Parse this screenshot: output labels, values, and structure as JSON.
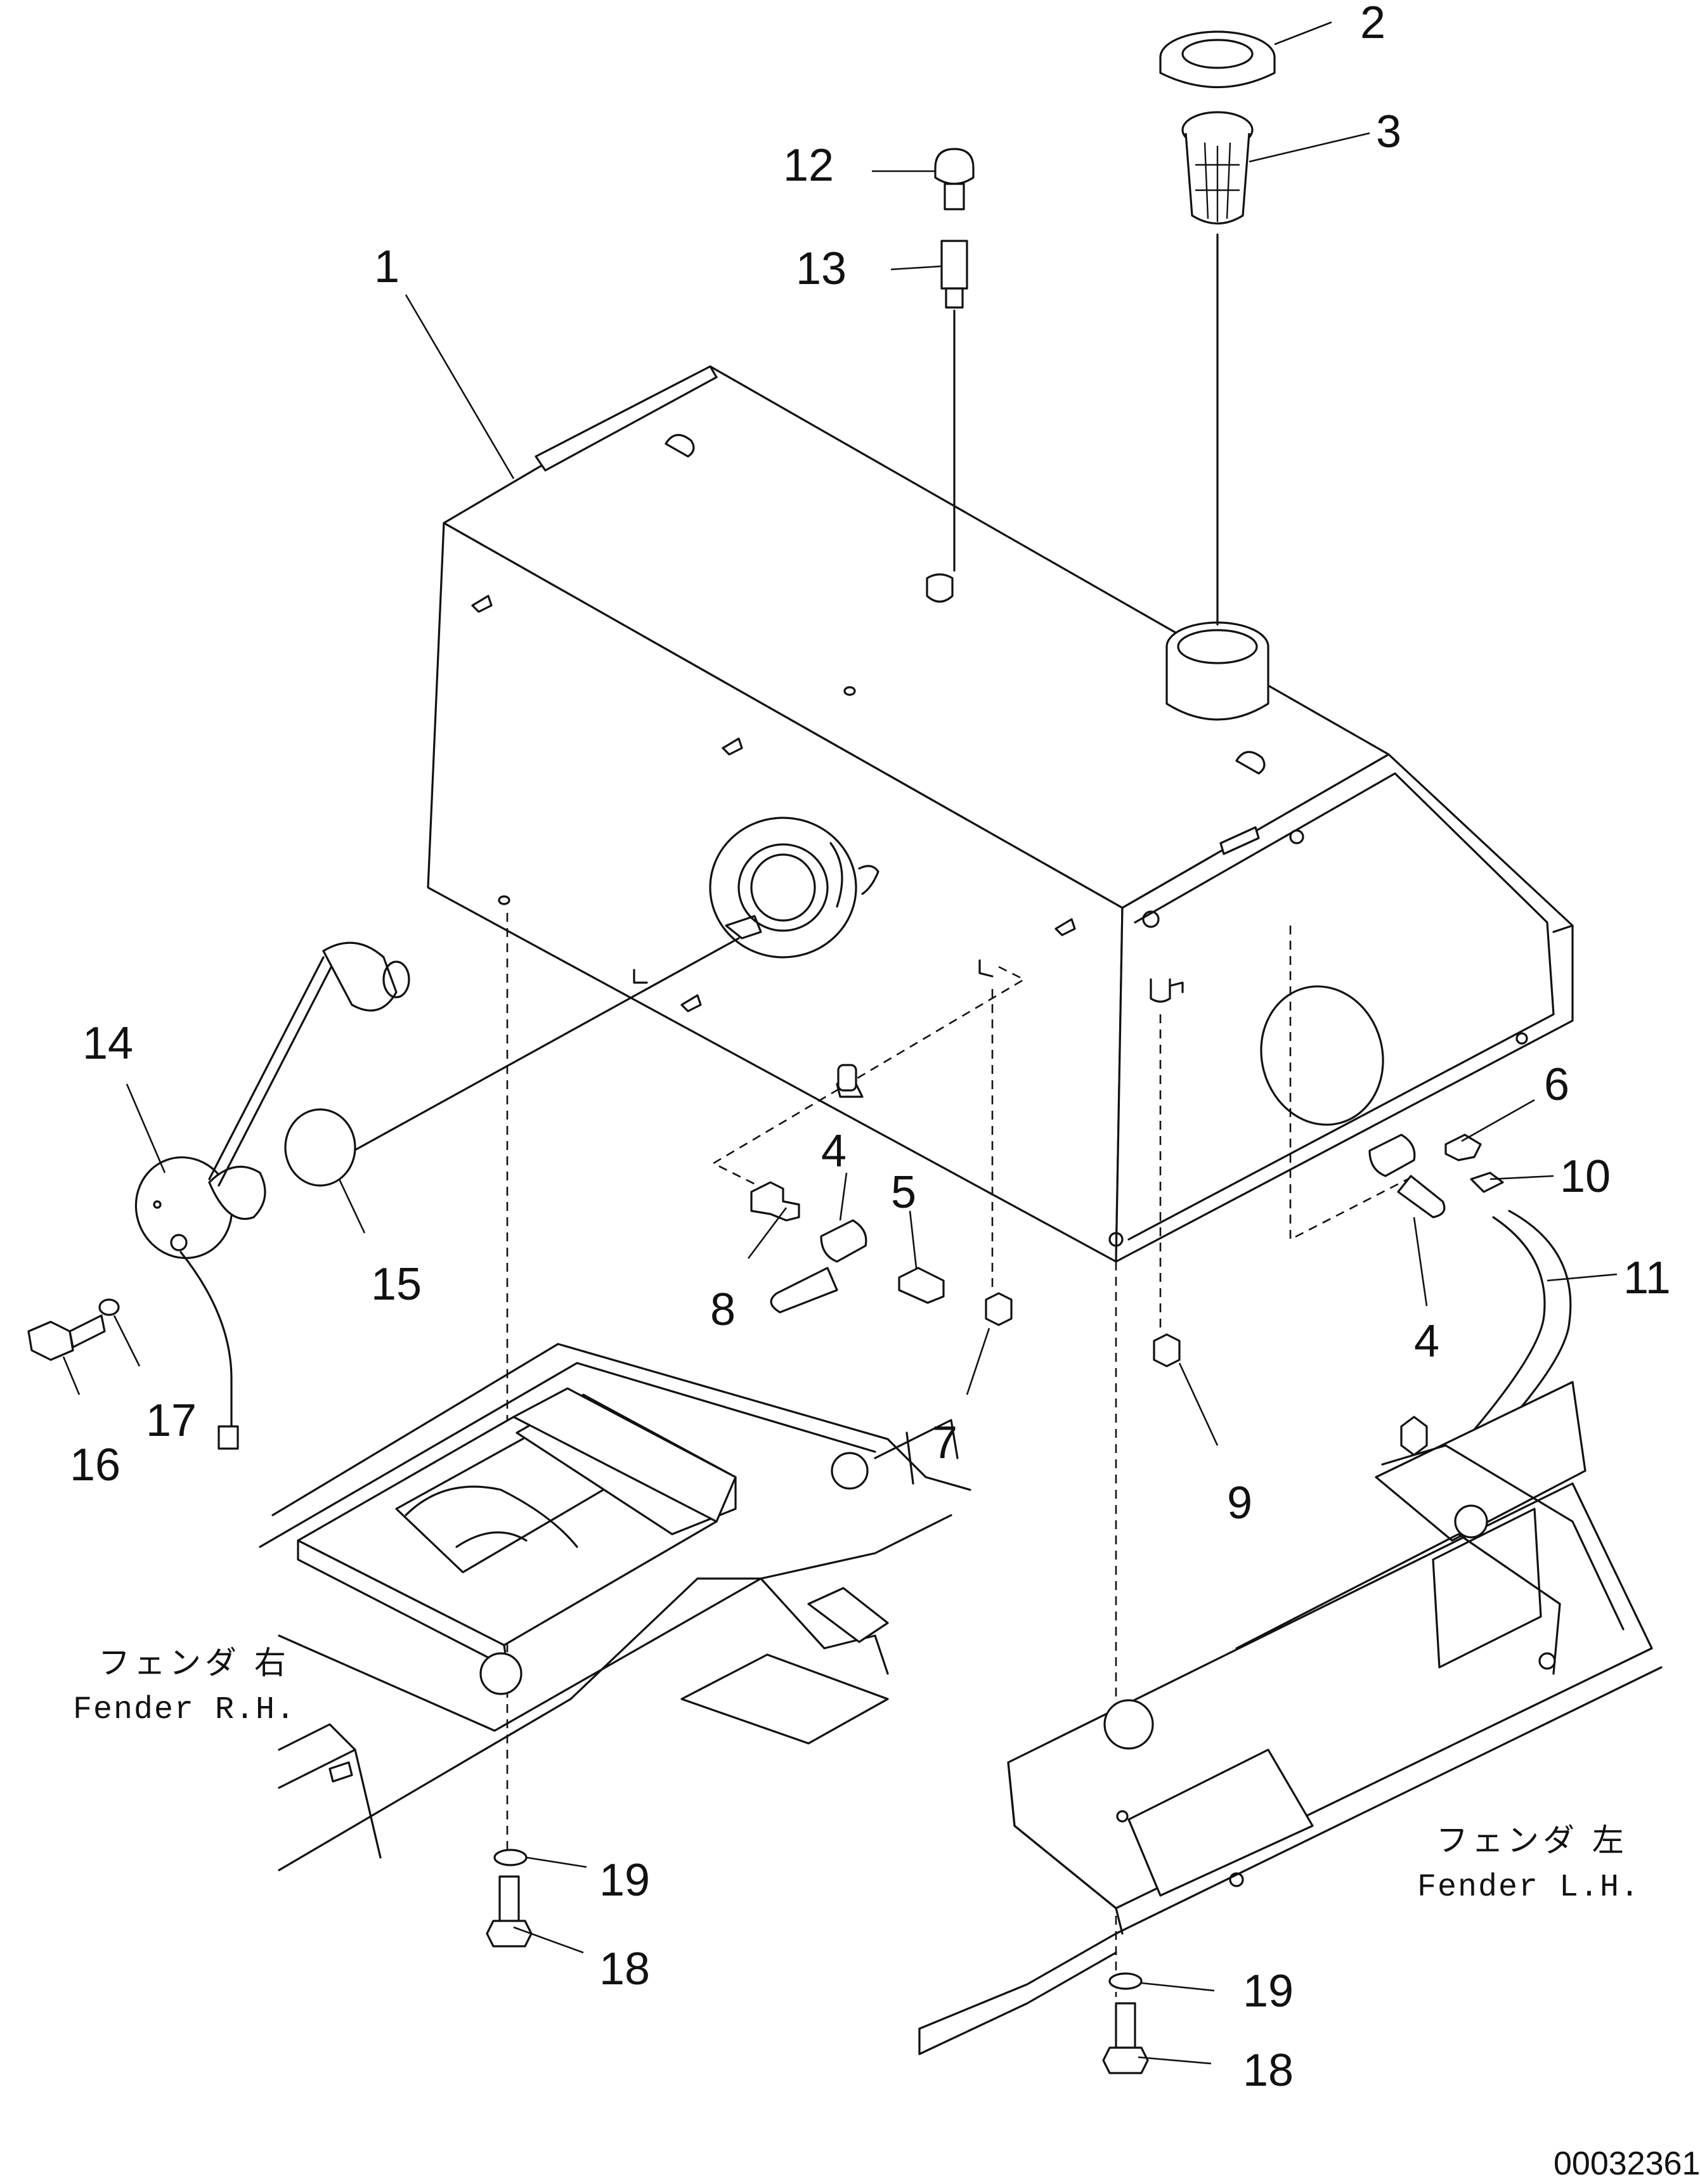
{
  "callouts": [
    {
      "id": "1",
      "label": "1"
    },
    {
      "id": "2",
      "label": "2"
    },
    {
      "id": "3",
      "label": "3"
    },
    {
      "id": "4a",
      "label": "4"
    },
    {
      "id": "4b",
      "label": "4"
    },
    {
      "id": "5",
      "label": "5"
    },
    {
      "id": "6",
      "label": "6"
    },
    {
      "id": "7",
      "label": "7"
    },
    {
      "id": "8",
      "label": "8"
    },
    {
      "id": "9",
      "label": "9"
    },
    {
      "id": "10",
      "label": "10"
    },
    {
      "id": "11",
      "label": "11"
    },
    {
      "id": "12",
      "label": "12"
    },
    {
      "id": "13",
      "label": "13"
    },
    {
      "id": "14",
      "label": "14"
    },
    {
      "id": "15",
      "label": "15"
    },
    {
      "id": "16",
      "label": "16"
    },
    {
      "id": "17",
      "label": "17"
    },
    {
      "id": "18a",
      "label": "18"
    },
    {
      "id": "18b",
      "label": "18"
    },
    {
      "id": "19a",
      "label": "19"
    },
    {
      "id": "19b",
      "label": "19"
    }
  ],
  "fender_right": {
    "jp": "フェンダ 右",
    "en": "Fender R.H."
  },
  "fender_left": {
    "jp": "フェンダ 左",
    "en": "Fender L.H."
  },
  "drawing_number": "00032361"
}
